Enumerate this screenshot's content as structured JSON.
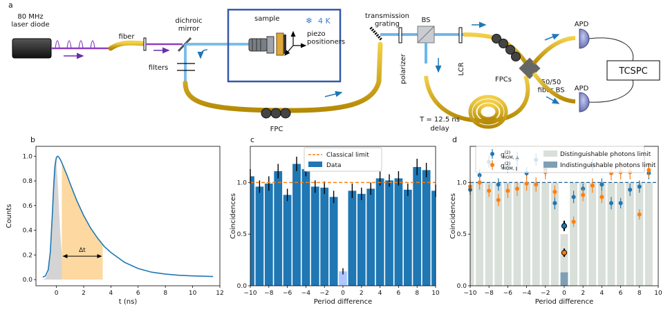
{
  "colors": {
    "beam_blue": "#6db6ec",
    "pulse_purple": "#8a3fbf",
    "fiber_gold": "#e0b010",
    "bar_blue": "#1f77b4",
    "light_bar": "#aec7ff",
    "orange": "#ff7f0e",
    "grey_shade": "#d9dfd9",
    "indist_bar": "#7f9fb4",
    "cryostat_border": "#3557a8",
    "decay_fill": "#fdd8a0",
    "irf_fill": "#d4d4d4"
  },
  "panel_a": {
    "panel_label": "a",
    "labels": {
      "laser": "80 MHz\nlaser diode",
      "fiber": "fiber",
      "dichroic": "dichroic\nmirror",
      "filters": "filters",
      "sample": "sample",
      "temperature": "4 K",
      "piezo": "piezo\npositioners",
      "fpc": "FPC",
      "grating": "transmission\ngrating",
      "polarizer": "polarizer",
      "bs": "BS",
      "lcr": "LCR",
      "fpcs": "FPCs",
      "fiber_bs": "50/50\nfiber BS",
      "apd_top": "APD",
      "apd_bottom": "APD",
      "tcspc": "TCSPC",
      "delay_t": "T = 12.5 ns",
      "delay_word": "delay"
    }
  },
  "panel_b": {
    "panel_label": "b",
    "chart_data": {
      "type": "line",
      "title": "",
      "xlabel": "t (ns)",
      "ylabel": "Counts",
      "xlim": [
        -1.5,
        12
      ],
      "ylim": [
        -0.05,
        1.08
      ],
      "xticks": [
        0,
        2,
        4,
        6,
        8,
        10,
        12
      ],
      "yticks": [
        0.0,
        0.2,
        0.4,
        0.6,
        0.8,
        1.0
      ],
      "series": [
        {
          "kind": "irf",
          "x": [
            -1.5,
            -1.0,
            -0.8,
            -0.6,
            -0.45,
            -0.3,
            -0.2,
            -0.1,
            0.0,
            0.1,
            0.2,
            0.3,
            0.4,
            0.55,
            0.7,
            0.9,
            1.2,
            1.5
          ],
          "y": [
            0.0,
            0.0,
            0.01,
            0.06,
            0.25,
            0.62,
            0.88,
            0.98,
            0.95,
            0.78,
            0.55,
            0.35,
            0.2,
            0.09,
            0.04,
            0.015,
            0.005,
            0.0
          ]
        },
        {
          "kind": "decay",
          "x": [
            -1.0,
            -0.8,
            -0.6,
            -0.45,
            -0.3,
            -0.2,
            -0.1,
            0.0,
            0.1,
            0.2,
            0.35,
            0.5,
            0.8,
            1.0,
            1.5,
            2.0,
            2.5,
            3.0,
            3.5,
            4.0,
            5.0,
            6.0,
            7.0,
            8.0,
            9.0,
            10.0,
            11.5
          ],
          "y": [
            0.02,
            0.03,
            0.08,
            0.22,
            0.52,
            0.75,
            0.92,
            0.99,
            1.0,
            0.99,
            0.96,
            0.92,
            0.84,
            0.78,
            0.64,
            0.52,
            0.42,
            0.34,
            0.27,
            0.22,
            0.14,
            0.09,
            0.06,
            0.045,
            0.035,
            0.03,
            0.025
          ]
        }
      ],
      "window": [
        0.4,
        3.4
      ],
      "annotation": "Δt"
    }
  },
  "panel_c": {
    "panel_label": "c",
    "chart_data": {
      "type": "bar",
      "xlabel": "Period difference",
      "ylabel": "Coincidences",
      "xlim": [
        -10,
        10
      ],
      "ylim": [
        0,
        1.35
      ],
      "xticks": [
        -10,
        -8,
        -6,
        -4,
        -2,
        0,
        2,
        4,
        6,
        8,
        10
      ],
      "yticks": [
        0.0,
        0.5,
        1.0
      ],
      "classical_limit": 1.0,
      "legend": [
        "Classical limit",
        "Data"
      ],
      "x": [
        -10,
        -9,
        -8,
        -7,
        -6,
        -5,
        -4,
        -3,
        -2,
        -1,
        0,
        1,
        2,
        3,
        4,
        5,
        6,
        7,
        8,
        9,
        10
      ],
      "values": [
        1.06,
        0.96,
        0.99,
        1.11,
        0.88,
        1.18,
        1.13,
        0.96,
        0.95,
        0.86,
        0.14,
        0.92,
        0.89,
        0.94,
        1.04,
        1.02,
        1.04,
        0.93,
        1.15,
        1.12,
        0.92
      ],
      "errors": [
        0.07,
        0.06,
        0.07,
        0.07,
        0.06,
        0.07,
        0.07,
        0.06,
        0.06,
        0.06,
        0.03,
        0.07,
        0.06,
        0.06,
        0.07,
        0.06,
        0.07,
        0.06,
        0.08,
        0.07,
        0.06
      ]
    }
  },
  "panel_d": {
    "panel_label": "d",
    "chart_data": {
      "type": "scatter",
      "xlabel": "Period difference",
      "ylabel": "Coincidences",
      "xlim": [
        -10,
        10
      ],
      "ylim": [
        0,
        1.35
      ],
      "xticks": [
        -10,
        -8,
        -6,
        -4,
        -2,
        0,
        2,
        4,
        6,
        8,
        10
      ],
      "yticks": [
        0.0,
        0.5,
        1.0
      ],
      "legend": [
        "Distinguishable photons limit",
        "Indistinguishable photons limit"
      ],
      "distinguishable_bars": {
        "x": [
          -10,
          -9,
          -8,
          -7,
          -6,
          -5,
          -4,
          -3,
          -2,
          -1,
          0,
          1,
          2,
          3,
          4,
          5,
          6,
          7,
          8,
          9
        ],
        "values": [
          1.0,
          1.0,
          1.0,
          1.0,
          1.0,
          1.0,
          1.0,
          1.0,
          1.0,
          1.0,
          0.5,
          1.0,
          1.0,
          1.0,
          1.0,
          1.0,
          1.0,
          1.0,
          1.0,
          1.0
        ]
      },
      "indistinguishable_bar": {
        "x": 0,
        "value": 0.13
      },
      "series": [
        {
          "name_main": "g",
          "name_sup": "(2)",
          "name_sub": "HOM, ⊥",
          "color": "#1f77b4",
          "x": [
            -10,
            -9,
            -8,
            -7,
            -6,
            -5,
            -4,
            -3,
            -2,
            -1,
            0,
            1,
            2,
            3,
            4,
            5,
            6,
            7,
            8,
            9
          ],
          "y": [
            0.93,
            1.07,
            1.2,
            0.98,
            1.15,
            1.23,
            1.09,
            1.22,
            1.13,
            0.8,
            0.58,
            0.86,
            0.94,
            1.17,
            0.98,
            0.8,
            0.8,
            0.93,
            0.96,
            1.09
          ],
          "err": [
            0.05,
            0.06,
            0.06,
            0.06,
            0.06,
            0.07,
            0.06,
            0.06,
            0.07,
            0.06,
            0.05,
            0.06,
            0.05,
            0.06,
            0.06,
            0.06,
            0.05,
            0.06,
            0.06,
            0.06
          ]
        },
        {
          "name_main": "g",
          "name_sup": "(2)",
          "name_sub": "HOM, ∥",
          "color": "#ff7f0e",
          "x": [
            -10,
            -9,
            -8,
            -7,
            -6,
            -5,
            -4,
            -3,
            -2,
            -1,
            0,
            1,
            2,
            3,
            4,
            5,
            6,
            7,
            8,
            9
          ],
          "y": [
            0.96,
            1.0,
            0.92,
            0.83,
            0.92,
            0.94,
            0.99,
            0.98,
            1.1,
            0.91,
            0.32,
            0.62,
            0.88,
            0.97,
            0.86,
            1.09,
            1.1,
            1.1,
            0.69,
            1.12
          ],
          "err": [
            0.06,
            0.07,
            0.06,
            0.06,
            0.07,
            0.07,
            0.07,
            0.07,
            0.07,
            0.06,
            0.04,
            0.05,
            0.06,
            0.07,
            0.06,
            0.07,
            0.07,
            0.07,
            0.05,
            0.07
          ]
        }
      ],
      "reference_line": 1.0
    }
  }
}
